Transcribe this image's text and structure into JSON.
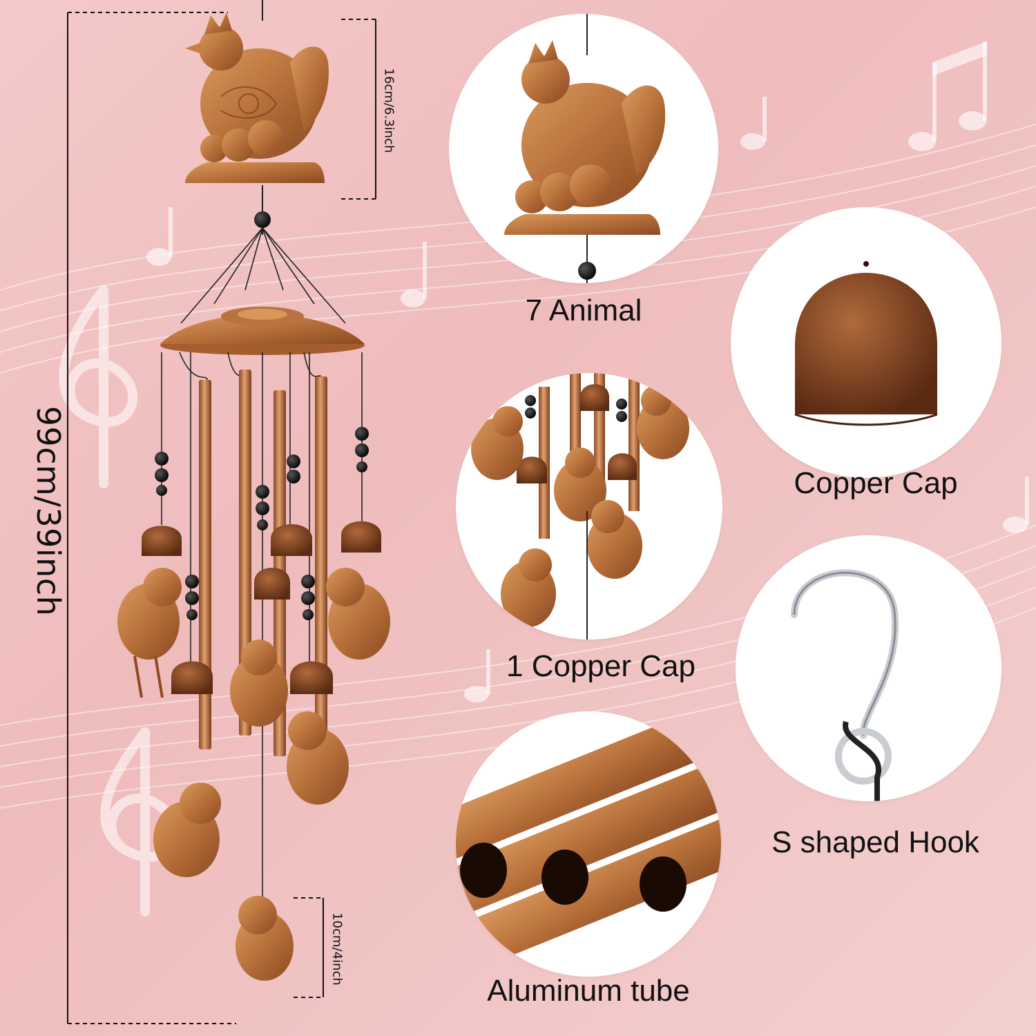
{
  "dimensions": {
    "overall": "99cm/39inch",
    "top_ornament": "16cm/6.3inch",
    "bottom_ornament": "10cm/4inch"
  },
  "features": [
    {
      "caption": "7 Animal",
      "icon": "hen-with-chicks-icon"
    },
    {
      "caption": "Copper Cap",
      "icon": "copper-bell-cap-icon"
    },
    {
      "caption": "1 Copper Cap",
      "icon": "chicks-and-caps-detail-icon"
    },
    {
      "caption": "S shaped Hook",
      "icon": "s-hook-icon"
    },
    {
      "caption": "Aluminum tube",
      "icon": "aluminum-tubes-icon"
    }
  ],
  "colors": {
    "background": "#f2c6c6",
    "copper": "#b8703a",
    "copper_dark": "#7a3d1c",
    "bead": "#111111"
  }
}
